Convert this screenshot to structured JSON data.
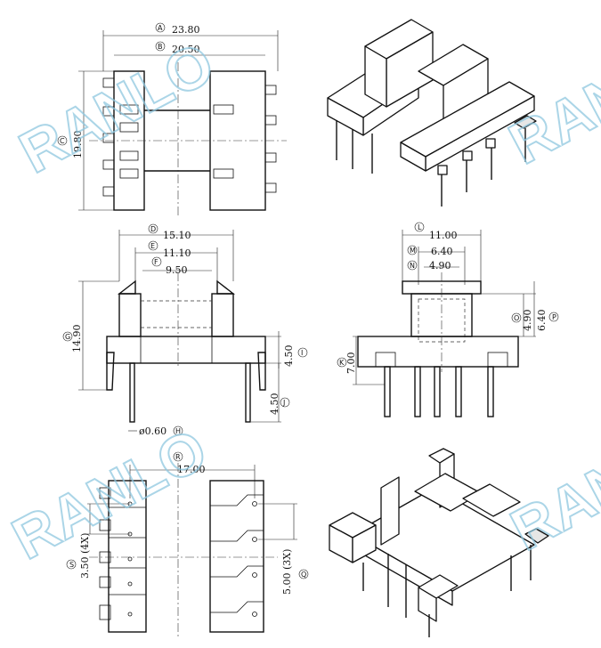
{
  "dimensions": {
    "A": {
      "marker": "A",
      "value": "23.80"
    },
    "B": {
      "marker": "B",
      "value": "20.50"
    },
    "C": {
      "marker": "C",
      "value": "19.80"
    },
    "D": {
      "marker": "D",
      "value": "15.10"
    },
    "E": {
      "marker": "E",
      "value": "11.10"
    },
    "F": {
      "marker": "F",
      "value": "9.50"
    },
    "G": {
      "marker": "G",
      "value": "14.90"
    },
    "H": {
      "marker": "H",
      "value": "ø0.60"
    },
    "I": {
      "marker": "I",
      "value": "4.50"
    },
    "J": {
      "marker": "J",
      "value": "4.50"
    },
    "K": {
      "marker": "K",
      "value": "7.00"
    },
    "L": {
      "marker": "L",
      "value": "11.00"
    },
    "M": {
      "marker": "M",
      "value": "6.40"
    },
    "N": {
      "marker": "N",
      "value": "4.90"
    },
    "O": {
      "marker": "O",
      "value": "4.90"
    },
    "P": {
      "marker": "P",
      "value": "6.40"
    },
    "R": {
      "marker": "R",
      "value": "17.00"
    },
    "S": {
      "marker": "S",
      "value": "3.50 (4X)"
    },
    "Q": {
      "marker": "Q",
      "value": "5.00 (3X)"
    }
  },
  "watermark": "RANLO",
  "colors": {
    "line": "#111111",
    "watermark": "#8fc8e0"
  }
}
